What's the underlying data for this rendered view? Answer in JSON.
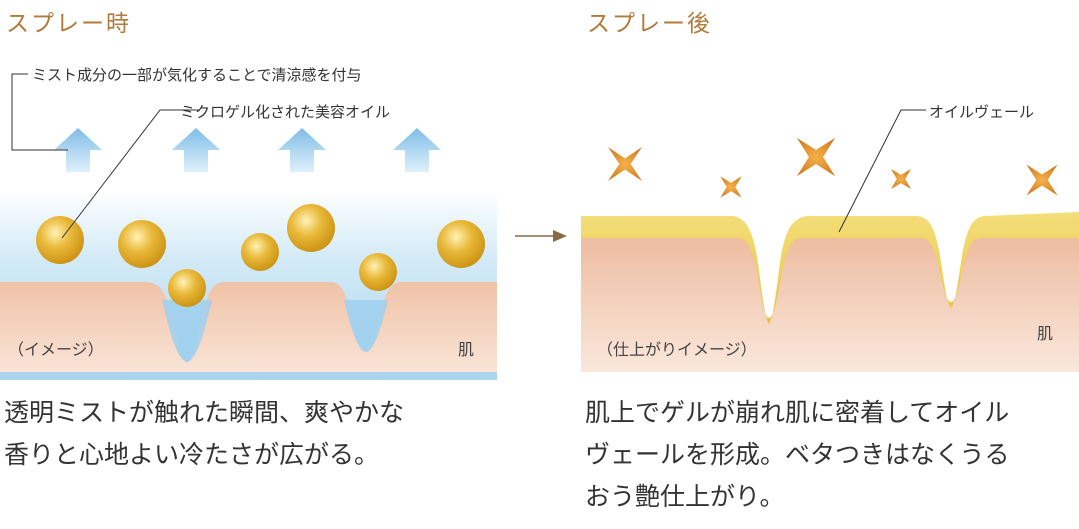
{
  "left": {
    "title": "スプレー時",
    "label_mist": "ミスト成分の一部が気化することで清涼感を付与",
    "label_oil": "ミクロゲル化された美容オイル",
    "image_note": "（イメージ）",
    "skin": "肌",
    "caption_lines": [
      "透明ミストが触れた瞬間、爽やかな",
      "香りと心地よい冷たさが広がる。"
    ]
  },
  "right": {
    "title": "スプレー後",
    "label_veil": "オイルヴェール",
    "image_note": "（仕上がりイメージ）",
    "skin": "肌",
    "caption_lines": [
      "肌上でゲルが崩れ肌に密着してオイル",
      "ヴェールを形成。ベタつきはなくうる",
      "おう艶仕上がり。"
    ]
  },
  "colors": {
    "title": "#b07a3a",
    "mist": "#bfe0f2",
    "skin": "#f1c9b0",
    "oil": "#d9a21c",
    "veil": "#f1d877",
    "sparkle": "#d98a22",
    "arrow_up": "#8ec6ea"
  },
  "icons": [
    "arrow-up-icon",
    "sparkle-icon",
    "arrow-right-icon"
  ]
}
